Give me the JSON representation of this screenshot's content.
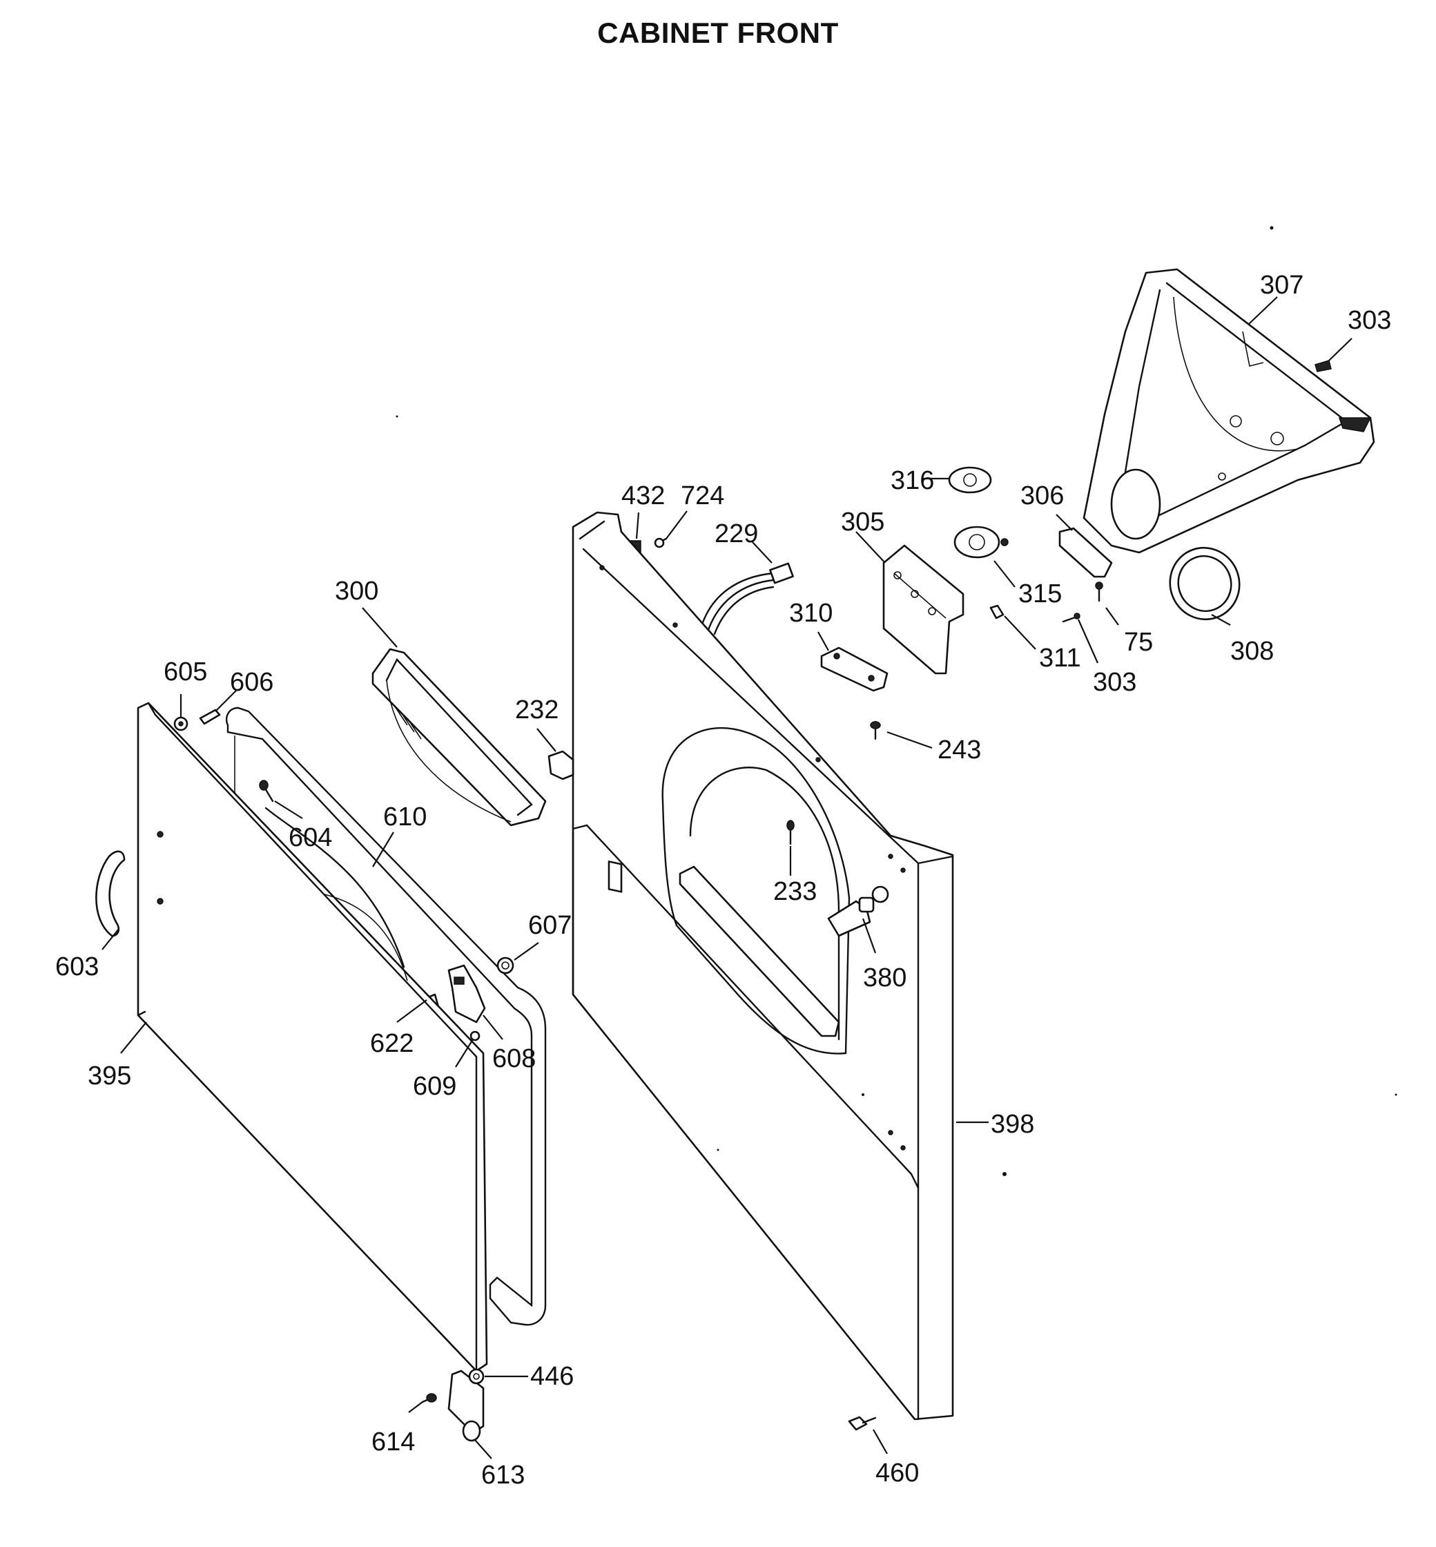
{
  "title": "CABINET FRONT",
  "labels": {
    "l307": "307",
    "l303a": "303",
    "l316": "316",
    "l306": "306",
    "l305": "305",
    "l432": "432",
    "l724": "724",
    "l229": "229",
    "l315": "315",
    "l75": "75",
    "l308": "308",
    "l310": "310",
    "l311": "311",
    "l303b": "303",
    "l300": "300",
    "l232": "232",
    "l605": "605",
    "l606": "606",
    "l243": "243",
    "l610": "610",
    "l604": "604",
    "l233": "233",
    "l607": "607",
    "l380": "380",
    "l603": "603",
    "l622": "622",
    "l608": "608",
    "l609": "609",
    "l395": "395",
    "l398": "398",
    "l446": "446",
    "l614": "614",
    "l613": "613",
    "l460": "460"
  }
}
